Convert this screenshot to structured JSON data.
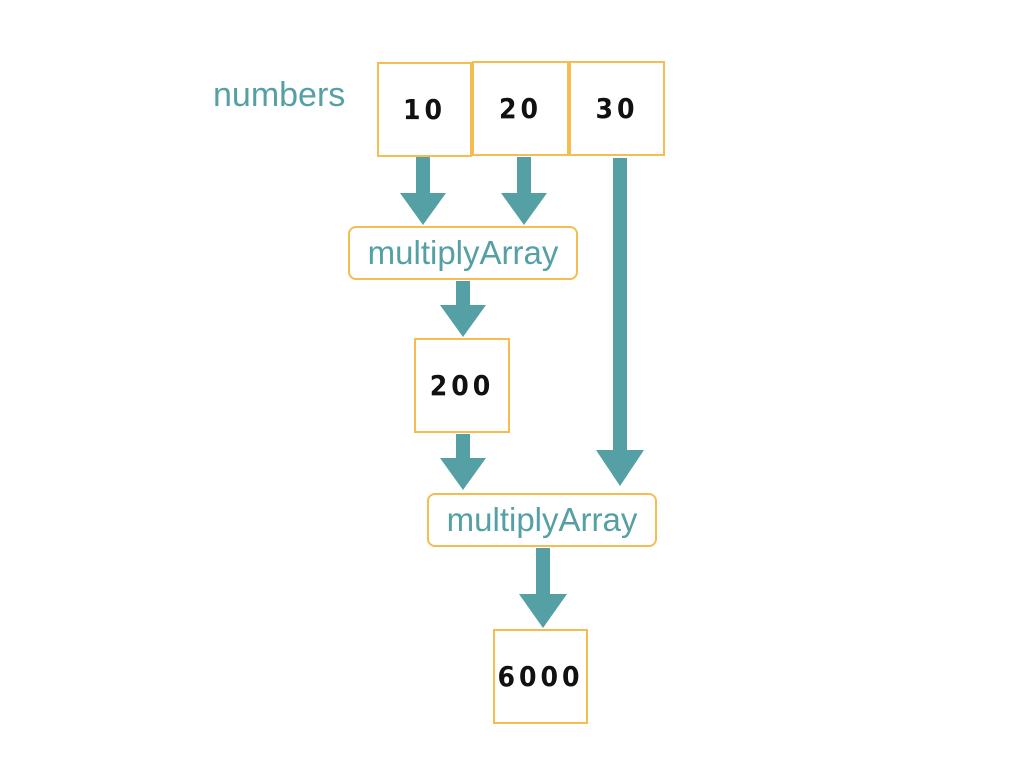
{
  "array_label": "numbers",
  "array_values": [
    "10",
    "20",
    "30"
  ],
  "first_call": {
    "label": "multiplyArray",
    "result": "200"
  },
  "second_call": {
    "label": "multiplyArray",
    "result": "6000"
  },
  "colors": {
    "box_border": "#f5bd4f",
    "arrow": "#55a0a4",
    "label_text": "#55a0a4",
    "value_text": "#111111"
  }
}
